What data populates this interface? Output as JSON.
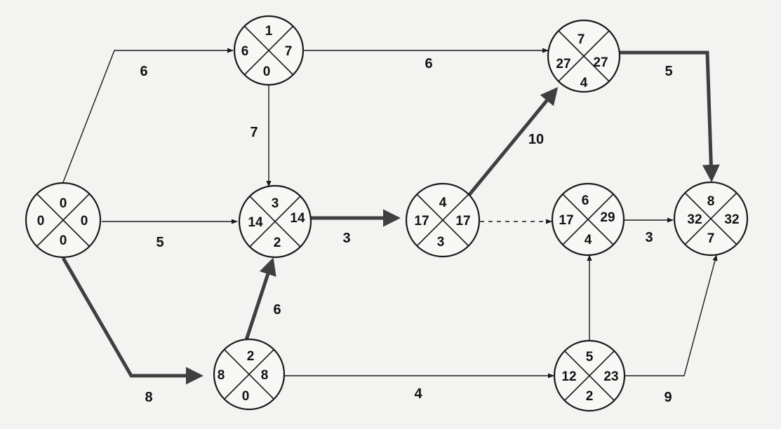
{
  "nodes": [
    {
      "id": "n0",
      "top": "0",
      "left": "0",
      "right": "0",
      "bottom": "0"
    },
    {
      "id": "n1",
      "top": "1",
      "left": "6",
      "right": "7",
      "bottom": "0"
    },
    {
      "id": "n2",
      "top": "2",
      "left": "8",
      "right": "8",
      "bottom": "0"
    },
    {
      "id": "n3",
      "top": "3",
      "left": "14",
      "right": "14",
      "bottom": "2"
    },
    {
      "id": "n4",
      "top": "4",
      "left": "17",
      "right": "17",
      "bottom": "3"
    },
    {
      "id": "n5",
      "top": "5",
      "left": "12",
      "right": "23",
      "bottom": "2"
    },
    {
      "id": "n6",
      "top": "6",
      "left": "17",
      "right": "29",
      "bottom": "4"
    },
    {
      "id": "n7",
      "top": "7",
      "left": "27",
      "right": "27",
      "bottom": "4"
    },
    {
      "id": "n8",
      "top": "8",
      "left": "32",
      "right": "32",
      "bottom": "7"
    }
  ],
  "edges": [
    {
      "id": "e0-1",
      "from": "n0",
      "to": "n1",
      "label": "6",
      "style": "normal"
    },
    {
      "id": "e0-3",
      "from": "n0",
      "to": "n3",
      "label": "5",
      "style": "normal"
    },
    {
      "id": "e0-2",
      "from": "n0",
      "to": "n2",
      "label": "8",
      "style": "critical"
    },
    {
      "id": "e1-3",
      "from": "n1",
      "to": "n3",
      "label": "7",
      "style": "normal"
    },
    {
      "id": "e1-7",
      "from": "n1",
      "to": "n7",
      "label": "6",
      "style": "normal"
    },
    {
      "id": "e2-3",
      "from": "n2",
      "to": "n3",
      "label": "6",
      "style": "critical"
    },
    {
      "id": "e2-5",
      "from": "n2",
      "to": "n5",
      "label": "4",
      "style": "normal"
    },
    {
      "id": "e3-4",
      "from": "n3",
      "to": "n4",
      "label": "3",
      "style": "critical"
    },
    {
      "id": "e4-7",
      "from": "n4",
      "to": "n7",
      "label": "10",
      "style": "critical"
    },
    {
      "id": "e4-6",
      "from": "n4",
      "to": "n6",
      "label": "",
      "style": "dummy"
    },
    {
      "id": "e5-6",
      "from": "n5",
      "to": "n6",
      "label": "",
      "style": "normal"
    },
    {
      "id": "e5-8",
      "from": "n5",
      "to": "n8",
      "label": "9",
      "style": "normal"
    },
    {
      "id": "e6-8",
      "from": "n6",
      "to": "n8",
      "label": "3",
      "style": "normal"
    },
    {
      "id": "e7-8",
      "from": "n7",
      "to": "n8",
      "label": "5",
      "style": "critical"
    }
  ],
  "colors": {
    "background": "#f3f3f1",
    "line": "#1a1a1a",
    "critical": "#3f3f3f"
  }
}
